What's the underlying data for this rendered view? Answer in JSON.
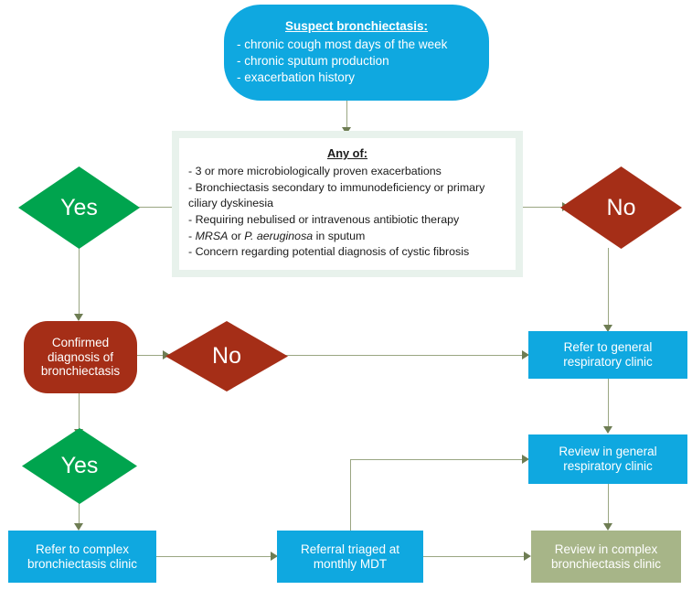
{
  "diagram": {
    "title": "Bronchiectasis referral pathway flowchart",
    "colors": {
      "blue": "#0FA8E0",
      "green": "#00A44E",
      "dark_red": "#A52E17",
      "sage": "#A7B588",
      "frame_mint": "#E8F2EC",
      "connector": "#9AA682",
      "arrow_head": "#6E7D53",
      "text_on_fill": "#FFFFFF",
      "text_dark": "#1A1A1A"
    },
    "nodes": {
      "suspect": {
        "heading": "Suspect bronchiectasis:",
        "items": [
          "- chronic cough most days of the week",
          "- chronic sputum production",
          "- exacerbation history"
        ]
      },
      "criteria": {
        "heading": "Any of:",
        "items": [
          "- 3 or more microbiologically proven exacerbations",
          "- Bronchiectasis secondary to immunodeficiency or primary ciliary dyskinesia",
          "- Requiring nebulised or intravenous antibiotic therapy",
          "- MRSA or P. aeruginosa in sputum",
          "- Concern regarding potential diagnosis of cystic fibrosis"
        ],
        "italic_terms": [
          "MRSA",
          "P. aeruginosa"
        ]
      },
      "yes_top": {
        "label": "Yes"
      },
      "no_top": {
        "label": "No"
      },
      "confirmed": {
        "label": "Confirmed diagnosis of bronchiectasis"
      },
      "no_mid": {
        "label": "No"
      },
      "yes_bottom": {
        "label": "Yes"
      },
      "refer_general": {
        "label": "Refer to general respiratory clinic"
      },
      "review_general": {
        "label": "Review in general respiratory clinic"
      },
      "refer_complex": {
        "label": "Refer to complex bronchiectasis clinic"
      },
      "triaged_mdt": {
        "label": "Referral triaged at monthly MDT"
      },
      "review_complex": {
        "label": "Review in complex bronchiectasis clinic"
      }
    }
  }
}
